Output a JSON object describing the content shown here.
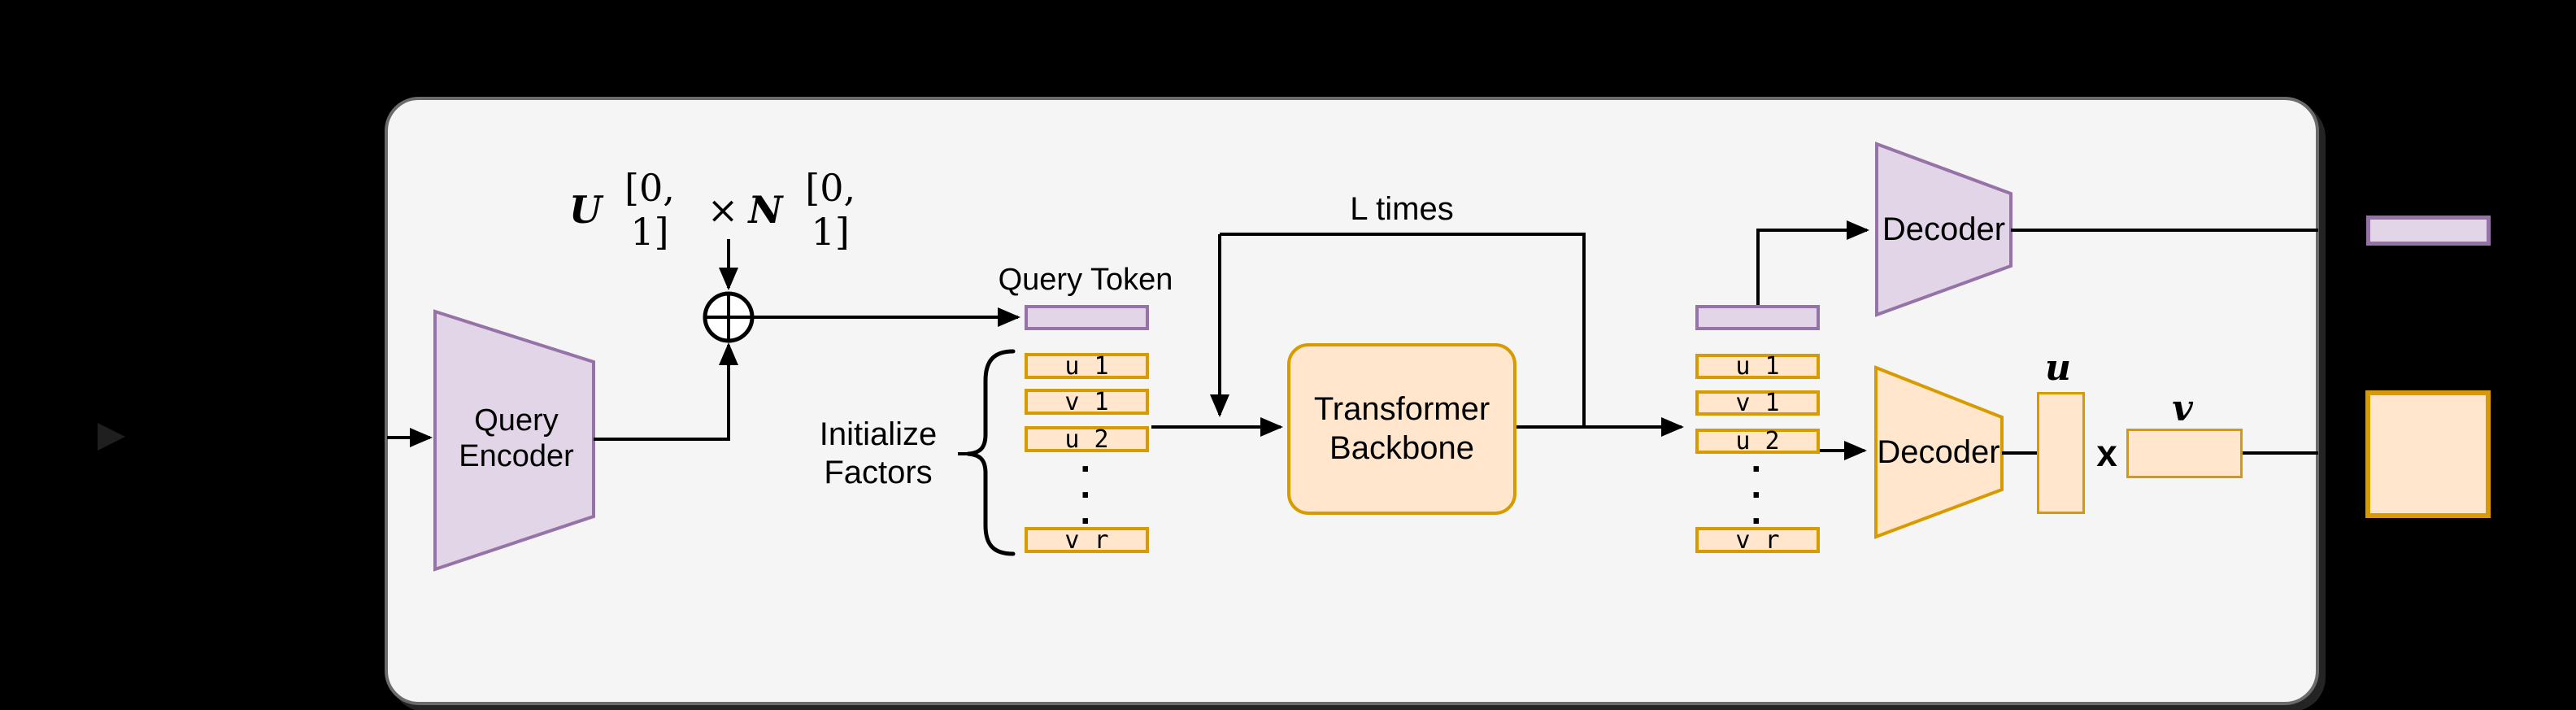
{
  "diagram": {
    "distribution_label": {
      "u_symbol": "U",
      "u_interval": "[0, 1]",
      "times_symbol": "×",
      "n_symbol": "N",
      "n_interval": "[0, 1]"
    },
    "query_encoder_label": "Query Encoder",
    "query_token_label": "Query Token",
    "initialize_factors_label": "Initialize Factors",
    "l_times_label": "L times",
    "transformer_backbone_label": "Transformer Backbone",
    "decoder_top_label": "Decoder",
    "decoder_bottom_label": "Decoder",
    "u_output_label": "u",
    "multiply_label": "x",
    "v_output_label": "v",
    "dot": "·",
    "factor_tokens_input": [
      "u 1",
      "v 1",
      "u 2",
      "v r"
    ],
    "factor_tokens_output": [
      "u 1",
      "v 1",
      "u 2",
      "v r"
    ]
  },
  "colors": {
    "background": "#000000",
    "panel_fill": "#f5f5f5",
    "panel_border": "#6b6b6b",
    "purple_fill": "#e1d5e7",
    "purple_stroke": "#9673a6",
    "orange_fill": "#ffe6cc",
    "orange_stroke": "#d79b00",
    "line": "#000000"
  }
}
